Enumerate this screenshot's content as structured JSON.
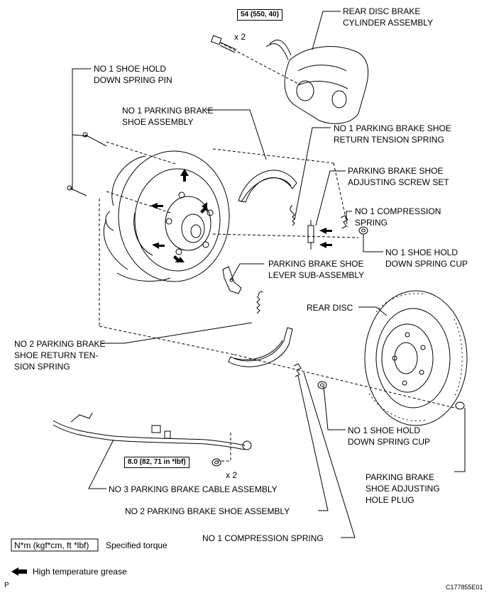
{
  "labels": {
    "rear_disc_brake_cylinder": [
      "REAR DISC BRAKE",
      "CYLINDER ASSEMBLY"
    ],
    "no1_shoe_hold_down_spring_pin": [
      "NO  1 SHOE HOLD",
      "DOWN SPRING PIN"
    ],
    "no1_parking_brake_shoe_assembly": [
      "NO  1 PARKING BRAKE",
      "SHOE ASSEMBLY"
    ],
    "no1_parking_brake_shoe_return_tension_spring": [
      "NO  1 PARKING BRAKE SHOE",
      "RETURN TENSION SPRING"
    ],
    "parking_brake_shoe_adjusting_screw_set": [
      "PARKING BRAKE SHOE",
      "ADJUSTING SCREW SET"
    ],
    "no1_compression_spring_upper": [
      "NO  1 COMPRESSION",
      "SPRING"
    ],
    "no1_shoe_hold_down_spring_cup_upper": [
      "NO  1 SHOE HOLD",
      "DOWN SPRING CUP"
    ],
    "parking_brake_shoe_lever": [
      "PARKING BRAKE SHOE",
      "LEVER SUB-ASSEMBLY"
    ],
    "rear_disc": [
      "REAR DISC"
    ],
    "no2_parking_brake_shoe_return_tension_spring": [
      "NO  2 PARKING BRAKE",
      "SHOE RETURN TEN-",
      "SION SPRING"
    ],
    "no1_shoe_hold_down_spring_cup_lower": [
      "NO  1 SHOE HOLD",
      "DOWN SPRING CUP"
    ],
    "parking_brake_shoe_adjusting_hole_plug": [
      "PARKING BRAKE",
      "SHOE ADJUSTING",
      "HOLE PLUG"
    ],
    "no3_parking_brake_cable_assembly": [
      "NO  3 PARKING BRAKE CABLE ASSEMBLY"
    ],
    "no2_parking_brake_shoe_assembly": [
      "NO  2 PARKING BRAKE SHOE ASSEMBLY"
    ],
    "no1_compression_spring_lower": [
      "NO  1 COMPRESSION SPRING"
    ]
  },
  "torque": {
    "caliper_bolt": "54 (550, 40)",
    "caliper_qty": "x 2",
    "cable_bolt": "8.0 (82, 71 in *lbf)",
    "cable_qty": "x 2"
  },
  "legend": {
    "torque_unit": "N*m (kgf*cm, ft *lbf)",
    "torque_text": "Specified torque",
    "grease_text": "High temperature grease"
  },
  "footer": {
    "corner_letter": "P",
    "figure_code": "C177855E01"
  }
}
